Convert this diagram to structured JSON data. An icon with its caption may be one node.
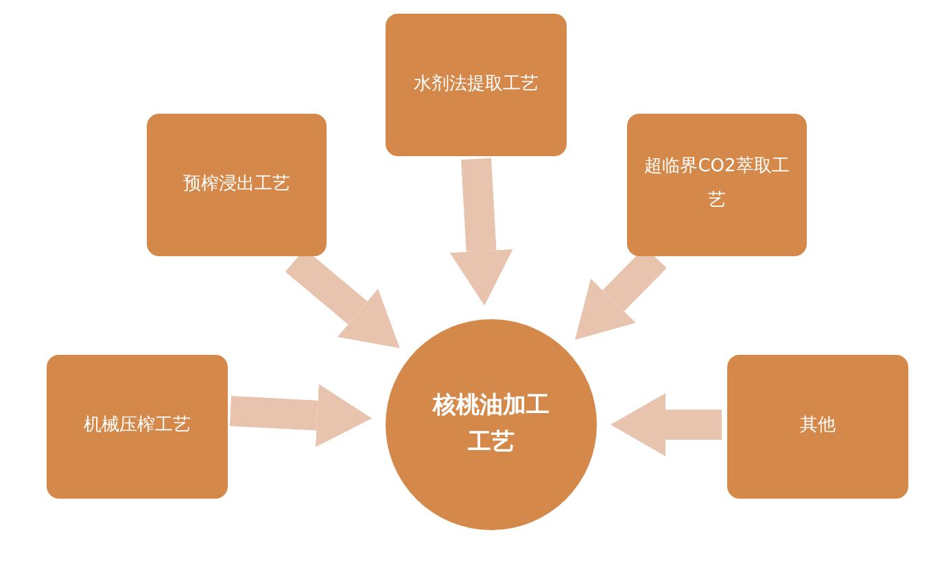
{
  "diagram": {
    "nodes": [
      {
        "text": [
          "机械压榨工艺"
        ]
      },
      {
        "text": [
          "预榨浸出工艺"
        ]
      },
      {
        "text": [
          "水剂法提取工艺"
        ]
      },
      {
        "text": [
          "超临界CO2萃取工艺"
        ]
      },
      {
        "text": [
          "其他"
        ]
      },
      {
        "text": [
          "核桃油加工工艺"
        ]
      }
    ],
    "edges": [
      {
        "from": 0,
        "to": 5,
        "arrow": "to"
      },
      {
        "from": 1,
        "to": 5,
        "arrow": "to"
      },
      {
        "from": 2,
        "to": 5,
        "arrow": "to"
      },
      {
        "from": 3,
        "to": 5,
        "arrow": "to"
      },
      {
        "from": 4,
        "to": 5,
        "arrow": "to"
      }
    ]
  }
}
